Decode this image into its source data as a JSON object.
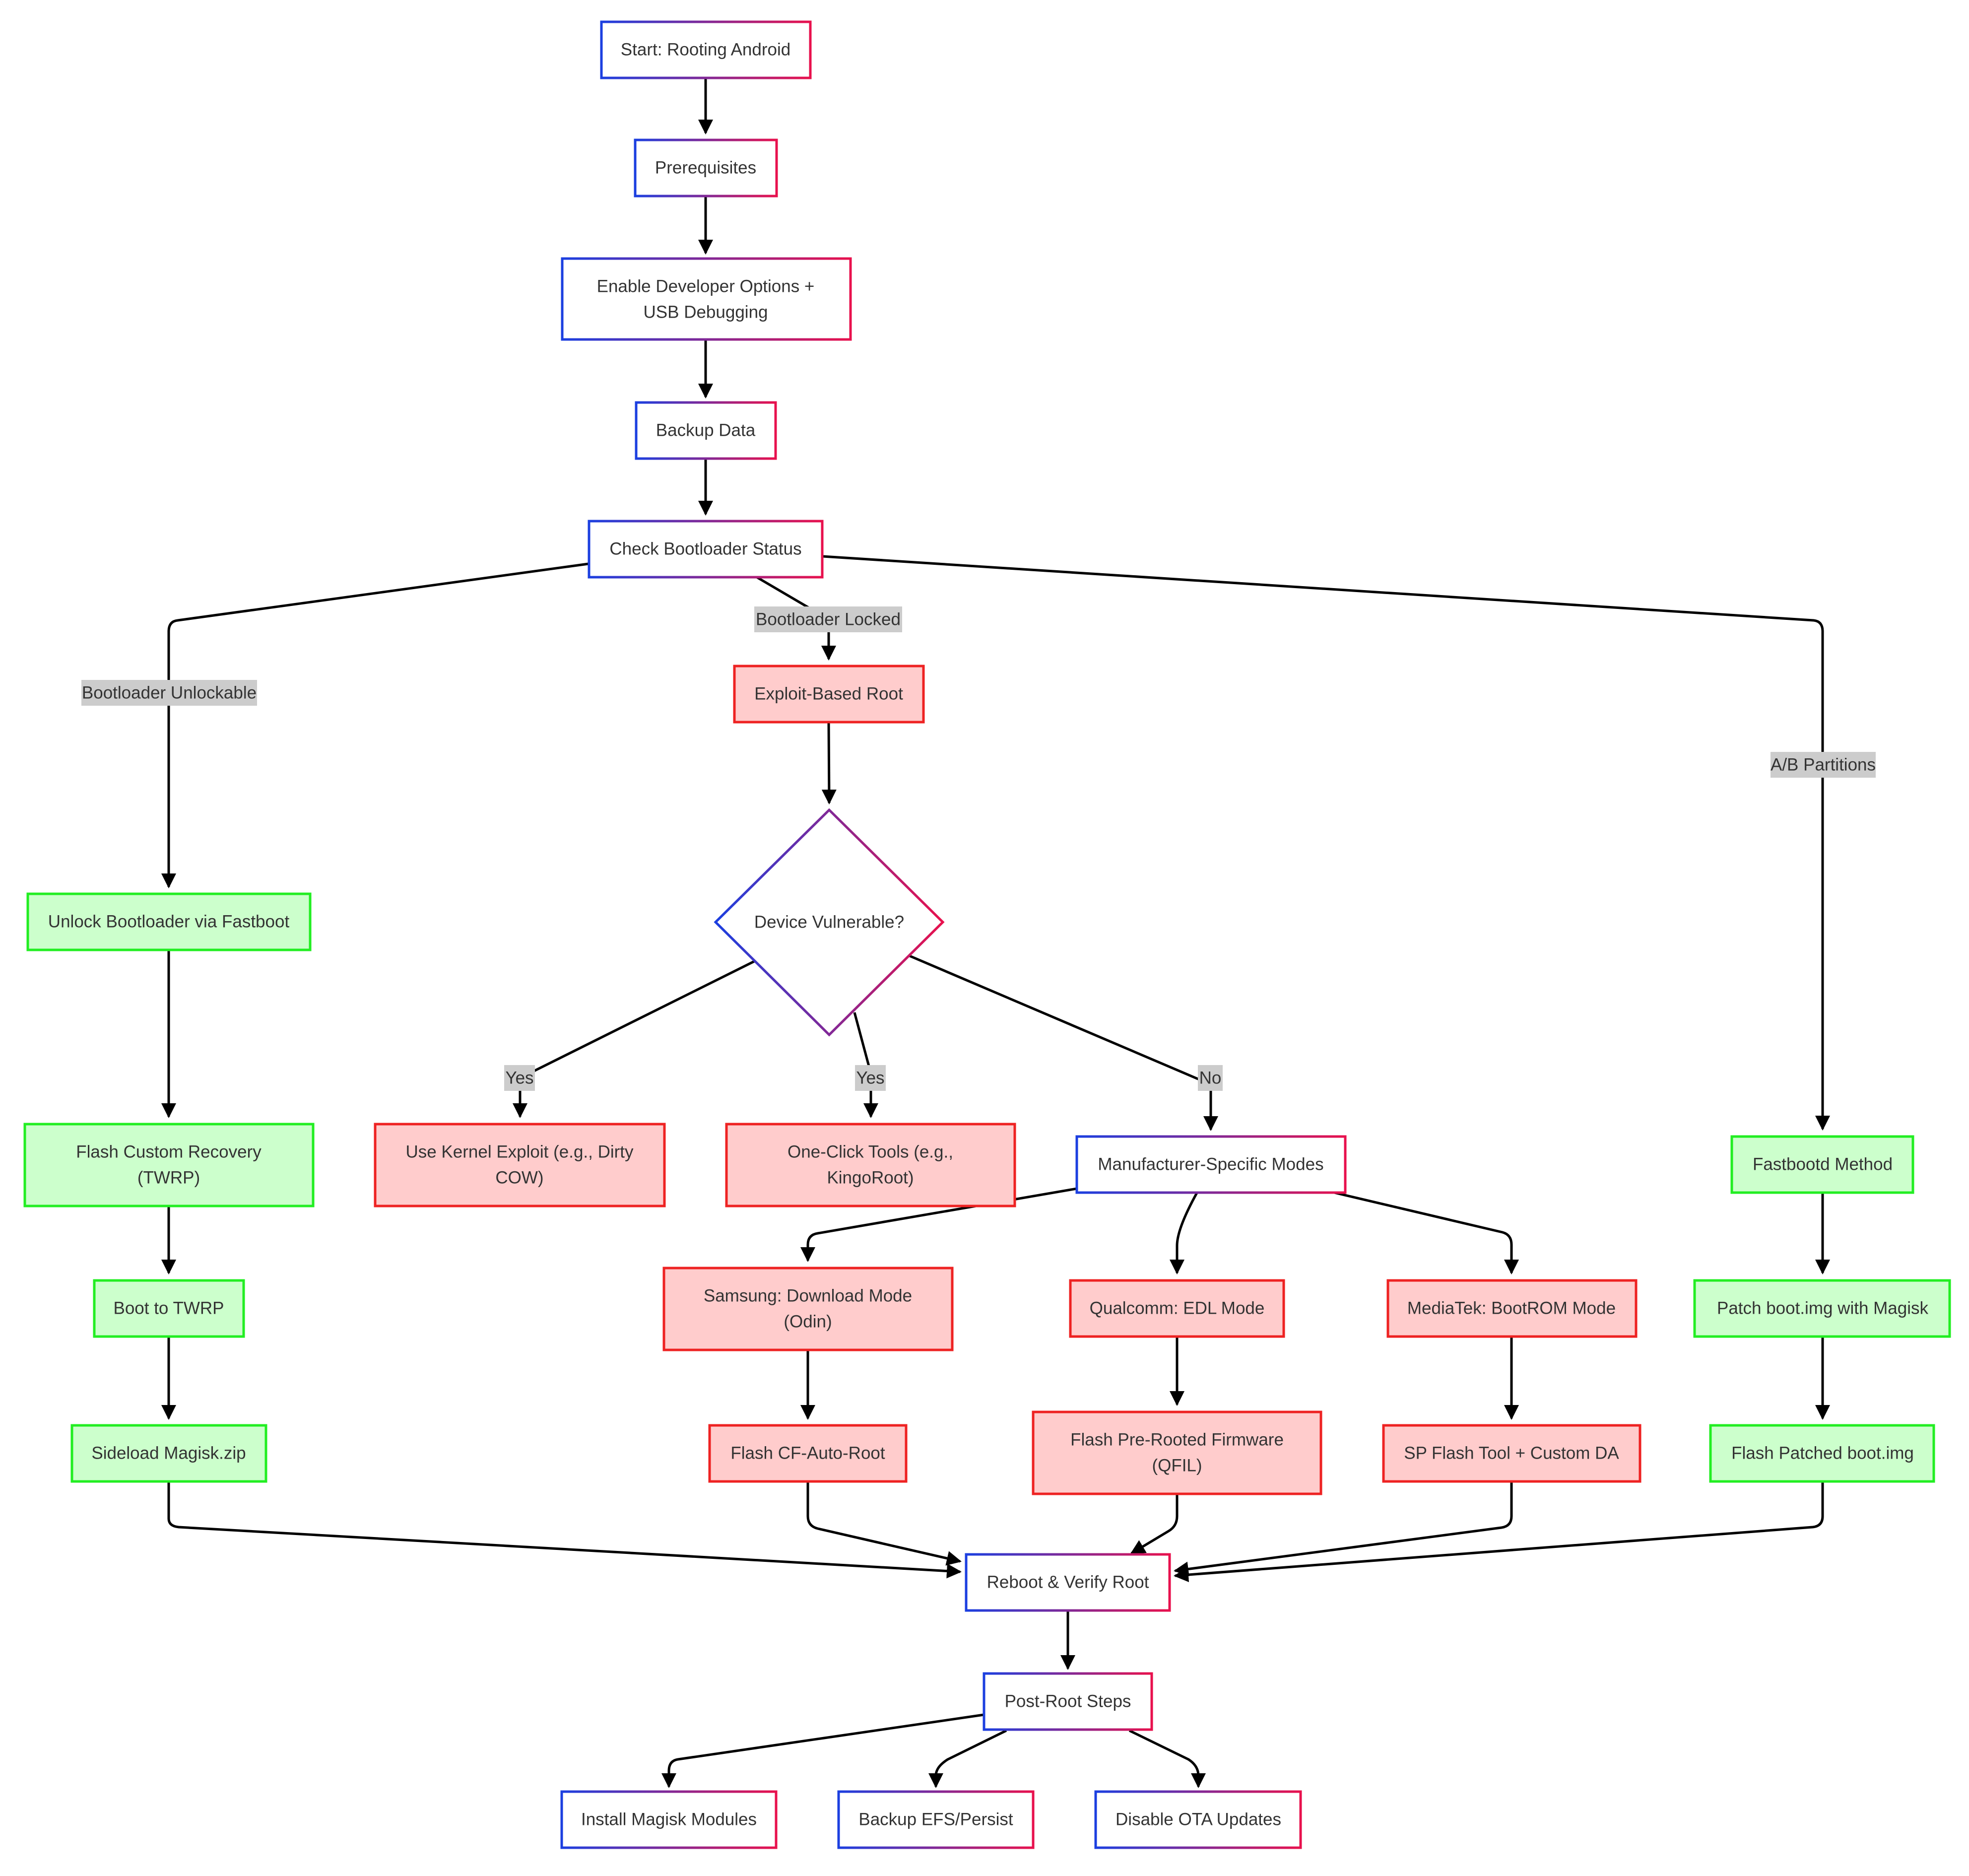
{
  "colors": {
    "border_gradient_start": "#1b3fe0",
    "border_gradient_end": "#e8114d",
    "green_fill": "#ccffcc",
    "green_stroke": "#22ee22",
    "red_fill": "#ffcccc",
    "red_stroke": "#ee2222",
    "edge": "#000000",
    "label_bg": "#cccccc"
  },
  "nodes": {
    "start": "Start: Rooting Android",
    "prerequisites": "Prerequisites",
    "enable_dev": [
      "Enable Developer Options +",
      "USB Debugging"
    ],
    "backup_data": "Backup Data",
    "check_bootloader": "Check Bootloader Status",
    "exploit_root": "Exploit-Based Root",
    "device_vulnerable": "Device Vulnerable?",
    "unlock_bootloader": "Unlock Bootloader via Fastboot",
    "flash_recovery": [
      "Flash Custom Recovery",
      "(TWRP)"
    ],
    "boot_twrp": "Boot to TWRP",
    "sideload_magisk": "Sideload Magisk.zip",
    "kernel_exploit": [
      "Use Kernel Exploit (e.g., Dirty",
      "COW)"
    ],
    "one_click": [
      "One-Click Tools (e.g.,",
      "KingoRoot)"
    ],
    "manufacturer_modes": "Manufacturer-Specific Modes",
    "samsung": [
      "Samsung: Download Mode",
      "(Odin)"
    ],
    "qualcomm": "Qualcomm: EDL Mode",
    "mediatek": "MediaTek: BootROM Mode",
    "cf_auto_root": "Flash CF-Auto-Root",
    "pre_rooted": [
      "Flash Pre-Rooted Firmware",
      "(QFIL)"
    ],
    "sp_flash": "SP Flash Tool + Custom DA",
    "fastbootd": "Fastbootd Method",
    "patch_boot": "Patch boot.img with Magisk",
    "flash_patched": "Flash Patched boot.img",
    "reboot_verify": "Reboot & Verify Root",
    "post_root": "Post-Root Steps",
    "install_modules": "Install Magisk Modules",
    "backup_efs": "Backup EFS/Persist",
    "disable_ota": "Disable OTA Updates"
  },
  "edge_labels": {
    "unlockable": "Bootloader Unlockable",
    "locked": "Bootloader Locked",
    "ab_partitions": "A/B Partitions",
    "yes_kernel": "Yes",
    "yes_oneclick": "Yes",
    "no_manufacturer": "No"
  }
}
